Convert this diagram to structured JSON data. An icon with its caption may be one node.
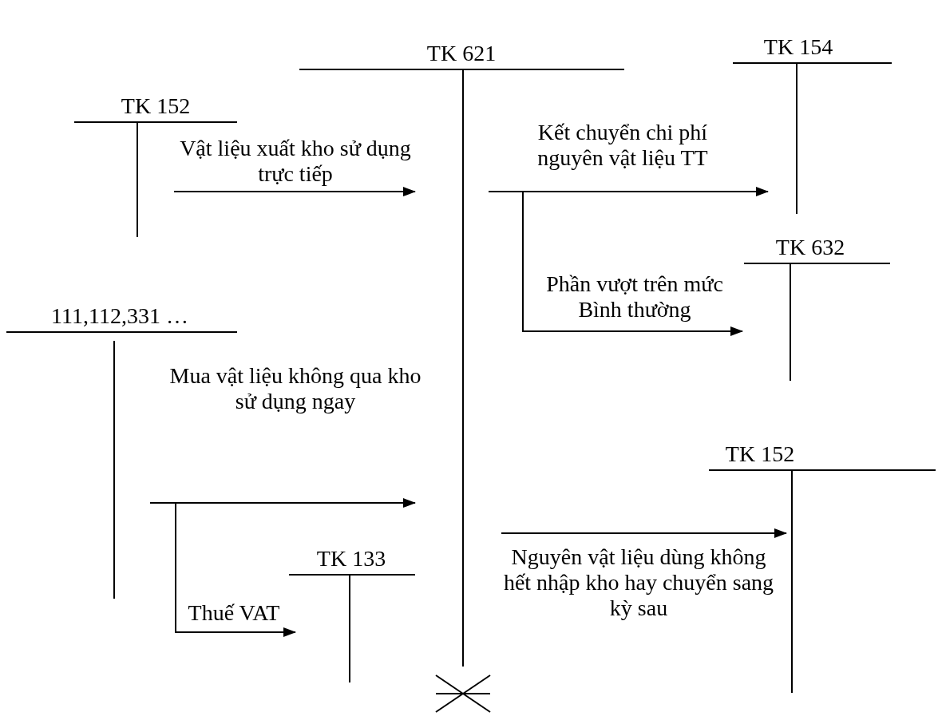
{
  "diagram": {
    "nodes": [
      {
        "text": [
          "TK 152"
        ]
      },
      {
        "text": [
          "TK 621"
        ]
      },
      {
        "text": [
          "TK 154"
        ]
      },
      {
        "text": [
          "TK 632"
        ]
      },
      {
        "text": [
          "111,112,331 …"
        ]
      },
      {
        "text": [
          "TK 133"
        ]
      },
      {
        "text": [
          "TK 152"
        ]
      }
    ],
    "edges": [
      {
        "from": 0,
        "to": 1,
        "arrow": "to",
        "label": "Vật liệu xuất kho sử dụng trực tiếp"
      },
      {
        "from": 1,
        "to": 2,
        "arrow": "to",
        "label": "Kết chuyển chi phí nguyên vật liệu TT"
      },
      {
        "from": 1,
        "to": 3,
        "arrow": "to",
        "label": "Phần vượt trên mức Bình thường"
      },
      {
        "from": 4,
        "to": 1,
        "arrow": "to",
        "label": "Mua vật liệu không qua kho sử dụng ngay"
      },
      {
        "from": 4,
        "to": 5,
        "arrow": "to",
        "label": "Thuế VAT"
      },
      {
        "from": 1,
        "to": 6,
        "arrow": "to",
        "label": "Nguyên vật liệu dùng không hết nhập kho hay chuyển sang kỳ sau"
      }
    ]
  }
}
